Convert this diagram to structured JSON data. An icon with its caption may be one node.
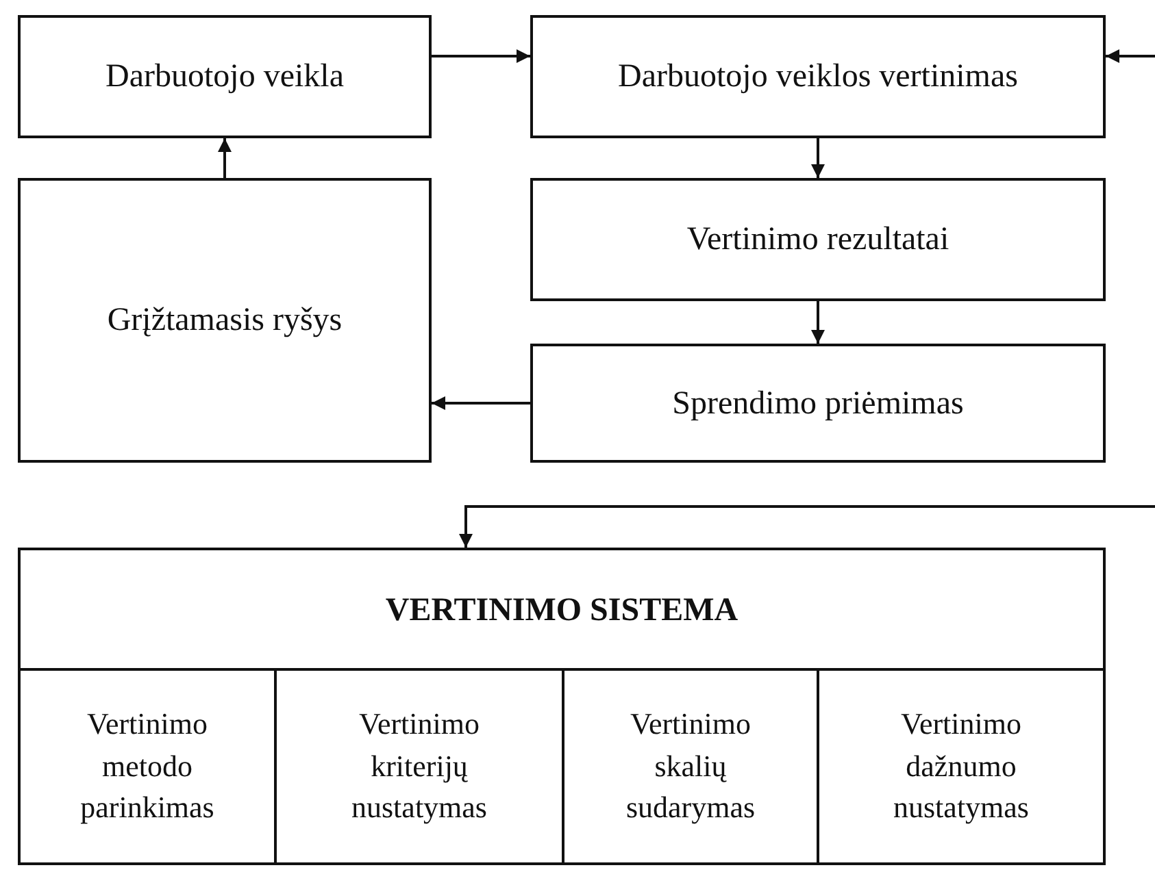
{
  "diagram": {
    "nodes": [
      {
        "text": [
          "Darbuotojo veikla"
        ]
      },
      {
        "text": [
          "Darbuotojo veiklos vertinimas"
        ]
      },
      {
        "text": [
          "Grįžtamasis ryšys"
        ]
      },
      {
        "text": [
          "Vertinimo rezultatai"
        ]
      },
      {
        "text": [
          "Sprendimo priėmimas"
        ]
      },
      {
        "text": [
          "VERTINIMO SISTEMA"
        ]
      },
      {
        "text": [
          "Vertinimo metodo parinkimas"
        ],
        "in": 5
      },
      {
        "text": [
          "Vertinimo kriterijų nustatymas"
        ],
        "in": 5
      },
      {
        "text": [
          "Vertinimo skalių sudarymas"
        ],
        "in": 5
      },
      {
        "text": [
          "Vertinimo dažnumo nustatymas"
        ],
        "in": 5
      }
    ],
    "edges": [
      {
        "from": 0,
        "to": 1,
        "arrow": "to"
      },
      {
        "from": 1,
        "to": 3,
        "arrow": "to"
      },
      {
        "from": 3,
        "to": 4,
        "arrow": "to"
      },
      {
        "from": 4,
        "to": 2,
        "arrow": "to"
      },
      {
        "from": 2,
        "to": 0,
        "arrow": "to"
      },
      {
        "from": null,
        "to": 1,
        "arrow": "to"
      },
      {
        "from": null,
        "to": 5,
        "arrow": "to"
      }
    ]
  }
}
